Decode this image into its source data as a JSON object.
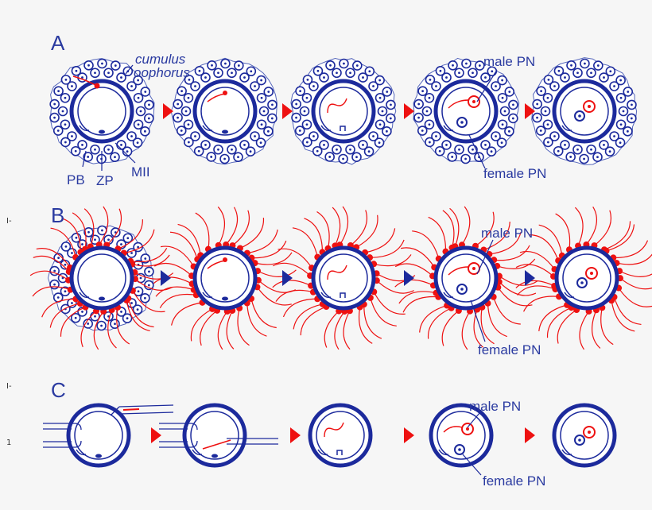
{
  "colors": {
    "blue": "#1c2a9c",
    "red": "#ee1111",
    "background": "#f6f6f6",
    "cell_outline": "#5566bb"
  },
  "panels": [
    {
      "letter": "A",
      "arrow_color": "#ee1111",
      "stages": 5
    },
    {
      "letter": "B",
      "arrow_color": "#1c2a9c",
      "stages": 5
    },
    {
      "letter": "C",
      "arrow_color": "#ee1111",
      "stages": 5
    }
  ],
  "labels": {
    "cumulus": "cumulus",
    "oophorus": "oophorus",
    "pb": "PB",
    "zp": "ZP",
    "mii": "MII",
    "male_pn": "male PN",
    "female_pn": "female PN"
  }
}
